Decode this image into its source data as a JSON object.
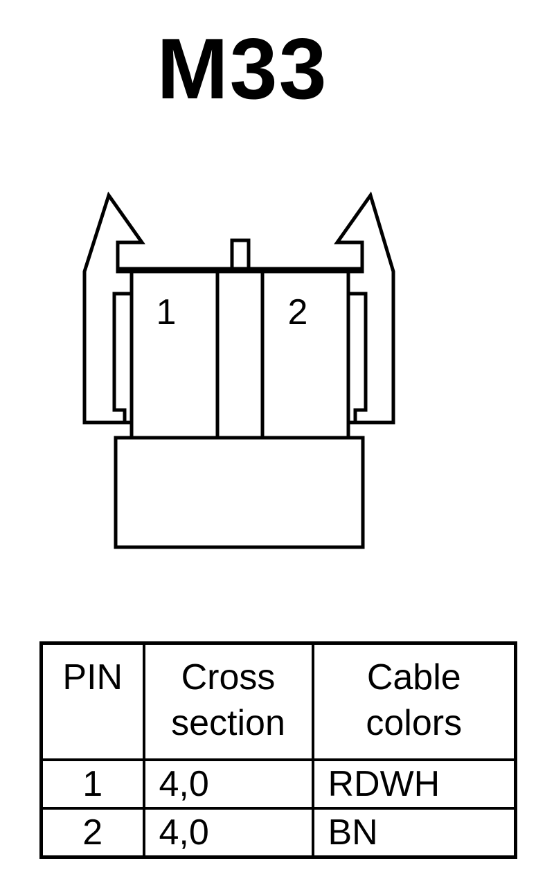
{
  "title": "M33",
  "connector": {
    "pin_labels": [
      "1",
      "2"
    ]
  },
  "table": {
    "headers": [
      {
        "line1": "PIN",
        "line2": ""
      },
      {
        "line1": "Cross",
        "line2": "section"
      },
      {
        "line1": "Cable",
        "line2": "colors"
      }
    ],
    "rows": [
      {
        "pin": "1",
        "cross": "4,0",
        "color": "RDWH"
      },
      {
        "pin": "2",
        "cross": "4,0",
        "color": "BN"
      }
    ]
  },
  "colors": {
    "stroke": "#000000",
    "background": "#ffffff"
  }
}
